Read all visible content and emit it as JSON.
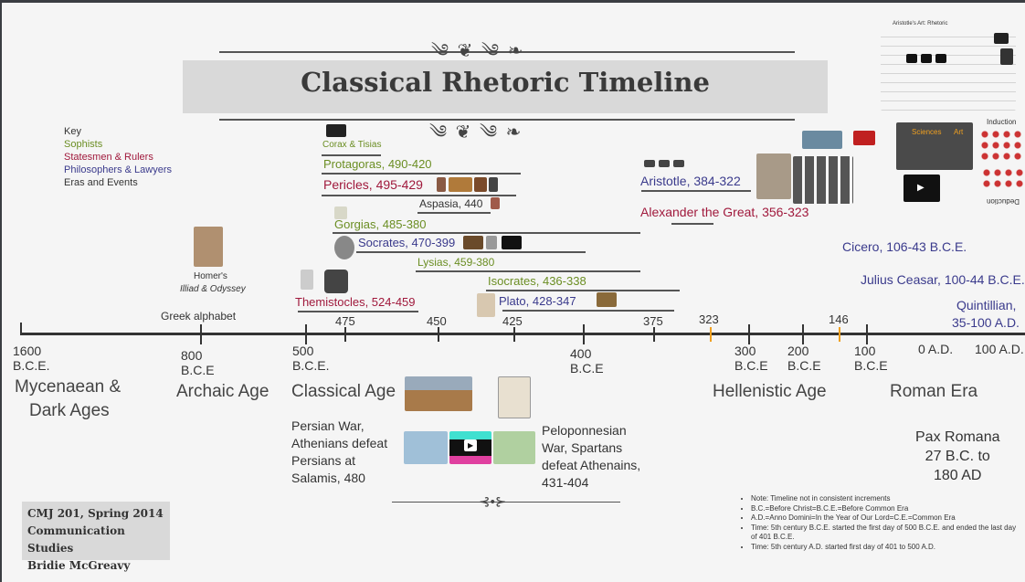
{
  "title": "Classical Rhetoric Timeline",
  "key": {
    "heading": "Key",
    "sophists": "Sophists",
    "rulers": "Statesmen & Rulers",
    "philosophers": "Philosophers & Lawyers",
    "events": "Eras and Events"
  },
  "figures": {
    "corax": "Corax & Tisias",
    "protagoras": "Protagoras, 490-420",
    "pericles": "Pericles, 495-429",
    "aspasia": "Aspasia, 440",
    "gorgias": "Gorgias, 485-380",
    "socrates": "Socrates, 470-399",
    "lysias": "Lysias, 459-380",
    "isocrates": "Isocrates, 436-338",
    "themistocles": "Themistocles, 524-459",
    "plato": "Plato, 428-347",
    "aristotle": "Aristotle, 384-322",
    "alexander": "Alexander the Great, 356-323",
    "cicero": "Cicero, 106-43 B.C.E.",
    "caesar": "Julius Ceasar, 100-44 B.C.E.",
    "quintillian_1": "Quintillian,",
    "quintillian_2": "35-100 A.D."
  },
  "homer": {
    "line1": "Homer's",
    "line2": "Illiad & Odyssey"
  },
  "greek_alphabet": "Greek alphabet",
  "axis_small_ticks": [
    "475",
    "450",
    "425",
    "375",
    "323",
    "146"
  ],
  "axis_labels": {
    "l1600": "1600",
    "l1600b": "B.C.E.",
    "l800": "800",
    "l800b": "B.C.E",
    "l500": "500",
    "l500b": "B.C.E.",
    "l400": "400",
    "l400b": "B.C.E",
    "l300": "300",
    "l300b": "B.C.E",
    "l200": "200",
    "l200b": "B.C.E",
    "l100": "100",
    "l100b": "B.C.E",
    "l0": "0 A.D.",
    "l100ad": "100 A.D."
  },
  "ages": {
    "mycenaean_1": "Mycenaean &",
    "mycenaean_2": "Dark Ages",
    "archaic": "Archaic Age",
    "classical": "Classical Age",
    "hellenistic": "Hellenistic Age",
    "roman": "Roman Era"
  },
  "events": {
    "persian": [
      "Persian War,",
      "Athenians defeat",
      "Persians at",
      "Salamis, 480"
    ],
    "peloponnesian": [
      "Peloponnesian",
      "War, Spartans",
      "defeat Athenains,",
      "431-404"
    ],
    "pax": [
      "Pax Romana",
      "27 B.C.  to",
      "180 AD"
    ]
  },
  "credit": [
    "CMJ 201, Spring 2014",
    "Communication Studies",
    "Bridie McGreavy"
  ],
  "notes": [
    "Note: Timeline not in consistent increments",
    "B.C.=Before Christ=B.C.E.=Before Common Era",
    "A.D.=Anno Domini=In the Year of Our Lord=C.E.=Common Era",
    "Time: 5th century B.C.E. started the first day of 500 B.C.E. and ended the last day of 401 B.C.E.",
    "Time: 5th century A.D. started first day of 401 to 500 A.D."
  ],
  "mini": {
    "aristotle_art": "Aristotle's Art: Rhetoric",
    "induction": "Induction",
    "deduction": "Deduction",
    "sciences": "Sciences",
    "art": "Art"
  },
  "colors": {
    "sophist": "#6b8e23",
    "ruler": "#a0193c",
    "philosopher": "#3a3a8c",
    "highlight": "#f0a020"
  }
}
